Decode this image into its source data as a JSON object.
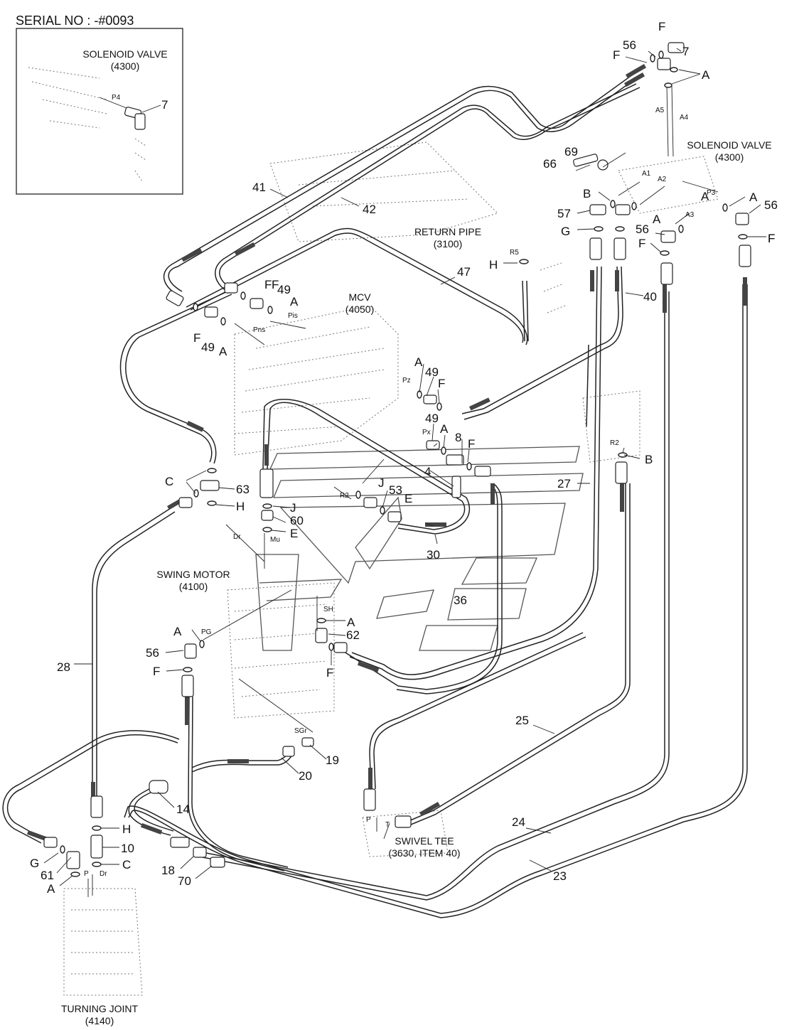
{
  "serial": "SERIAL NO : -#0093",
  "components": [
    {
      "name": "SOLENOID VALVE",
      "code": "(4300)"
    },
    {
      "name": "SOLENOID VALVE",
      "code": "(4300)"
    },
    {
      "name": "RETURN PIPE",
      "code": "(3100)"
    },
    {
      "name": "MCV",
      "code": "(4050)"
    },
    {
      "name": "SWING MOTOR",
      "code": "(4100)"
    },
    {
      "name": "SWIVEL TEE",
      "code": "(3630, ITEM 40)"
    },
    {
      "name": "TURNING JOINT",
      "code": "(4140)"
    }
  ],
  "part_numbers": [
    "7",
    "7",
    "56",
    "56",
    "56",
    "56",
    "66",
    "69",
    "57",
    "41",
    "42",
    "47",
    "40",
    "49",
    "49",
    "49",
    "49",
    "8",
    "4",
    "63",
    "53",
    "60",
    "30",
    "27",
    "28",
    "36",
    "62",
    "25",
    "20",
    "19",
    "14",
    "10",
    "61",
    "18",
    "70",
    "24",
    "23"
  ],
  "seal_letters": [
    "F",
    "F",
    "F",
    "A",
    "A",
    "A",
    "B",
    "G",
    "A",
    "F",
    "A",
    "F",
    "H",
    "F",
    "A",
    "F",
    "A",
    "A",
    "F",
    "F",
    "C",
    "H",
    "J",
    "J",
    "E",
    "E",
    "B",
    "A",
    "A",
    "F",
    "F",
    "H",
    "C",
    "G",
    "A",
    "F"
  ],
  "ports": [
    "P4",
    "A5",
    "A4",
    "A1",
    "A2",
    "P3",
    "A3",
    "R5",
    "Pis",
    "Pns",
    "Pz",
    "Px",
    "R2",
    "R2",
    "Dr",
    "Mu",
    "SH",
    "PG",
    "SGr",
    "P",
    "T",
    "P",
    "Dr"
  ]
}
